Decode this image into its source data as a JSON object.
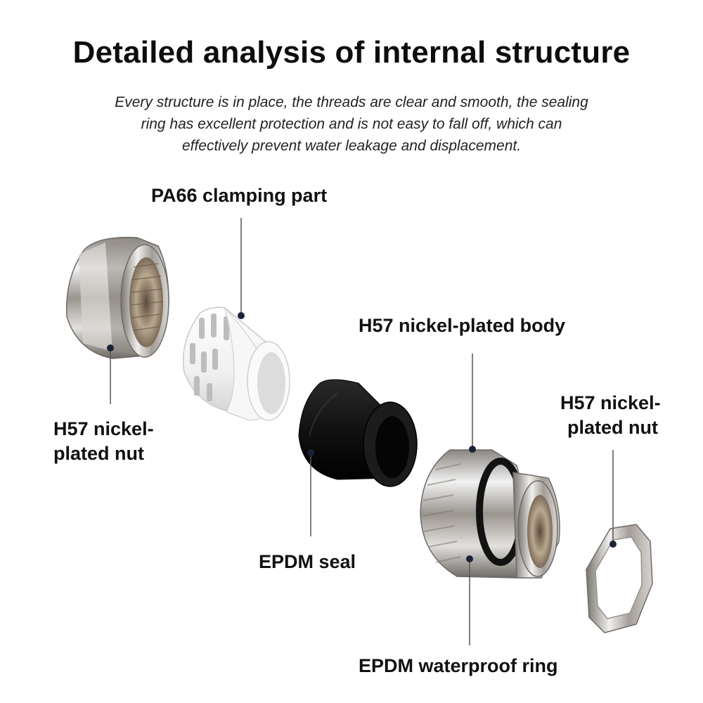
{
  "header": {
    "title": "Detailed analysis of internal structure",
    "description_lines": [
      "Every structure is in place, the threads are clear and smooth, the sealing",
      "ring has excellent protection and is not easy to fall off, which can",
      "effectively prevent water leakage and displacement."
    ]
  },
  "labels": {
    "clamping_part": "PA66 clamping part",
    "nut_left_line1": "H57 nickel-",
    "nut_left_line2": "plated nut",
    "body": "H57 nickel-plated body",
    "nut_right_line1": "H57 nickel-",
    "nut_right_line2": "plated nut",
    "seal": "EPDM seal",
    "waterproof_ring": "EPDM waterproof ring"
  },
  "colors": {
    "callout_line": "#555555",
    "callout_dot": "#1a2238",
    "nickel_light": "#e6e6e6",
    "nickel_dark": "#6e6a66",
    "plastic_white": "#f4f4f4",
    "rubber_black": "#151515"
  },
  "components": [
    {
      "name": "nickel-plated-cap-nut"
    },
    {
      "name": "pa66-clamping-part"
    },
    {
      "name": "epdm-seal"
    },
    {
      "name": "nickel-plated-body"
    },
    {
      "name": "lock-nut"
    }
  ]
}
